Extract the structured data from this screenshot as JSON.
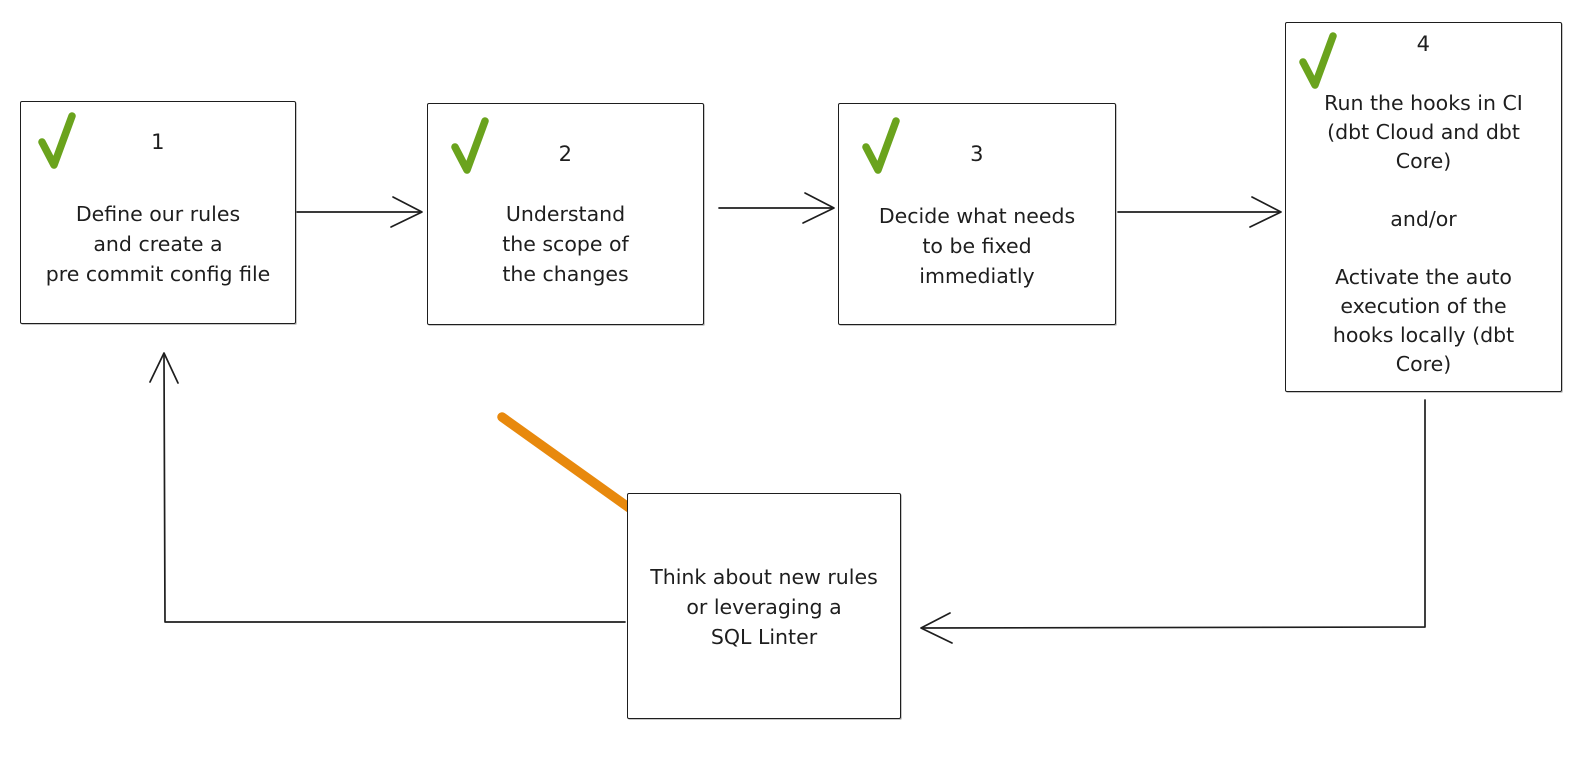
{
  "diagram": {
    "type": "flowchart",
    "style": "hand-drawn",
    "colors": {
      "ink": "#1e1e1e",
      "check_green": "#6aa31d",
      "arrow_orange": "#e8890d",
      "background": "#ffffff"
    },
    "boxes": [
      {
        "id": "step-1",
        "number": "1",
        "checked": true,
        "lines": [
          "Define our rules",
          "and create a",
          "pre commit config file"
        ]
      },
      {
        "id": "step-2",
        "number": "2",
        "checked": true,
        "lines": [
          "Understand",
          "the scope of",
          "the changes"
        ]
      },
      {
        "id": "step-3",
        "number": "3",
        "checked": true,
        "lines": [
          "Decide what needs",
          "to be fixed",
          "immediatly"
        ]
      },
      {
        "id": "step-4",
        "number": "4",
        "checked": true,
        "lines": [
          "Run the hooks in CI",
          "(dbt Cloud and dbt",
          "Core)",
          "",
          "and/or",
          "",
          "Activate the auto",
          "execution of the",
          "hooks locally (dbt",
          "Core)"
        ]
      },
      {
        "id": "loop",
        "number": "",
        "checked": false,
        "lines": [
          "Think about new rules",
          "or leveraging a",
          "SQL Linter"
        ]
      }
    ],
    "connections": [
      {
        "from": "step-1",
        "to": "step-2",
        "style": "thin-black"
      },
      {
        "from": "step-2",
        "to": "step-3",
        "style": "thin-black"
      },
      {
        "from": "step-3",
        "to": "step-4",
        "style": "thin-black"
      },
      {
        "from": "step-4",
        "to": "loop",
        "style": "thin-black-elbow"
      },
      {
        "from": "loop",
        "to": "step-1",
        "style": "thin-black-elbow"
      },
      {
        "from": "annotation",
        "to": "loop",
        "style": "thick-orange"
      }
    ]
  }
}
